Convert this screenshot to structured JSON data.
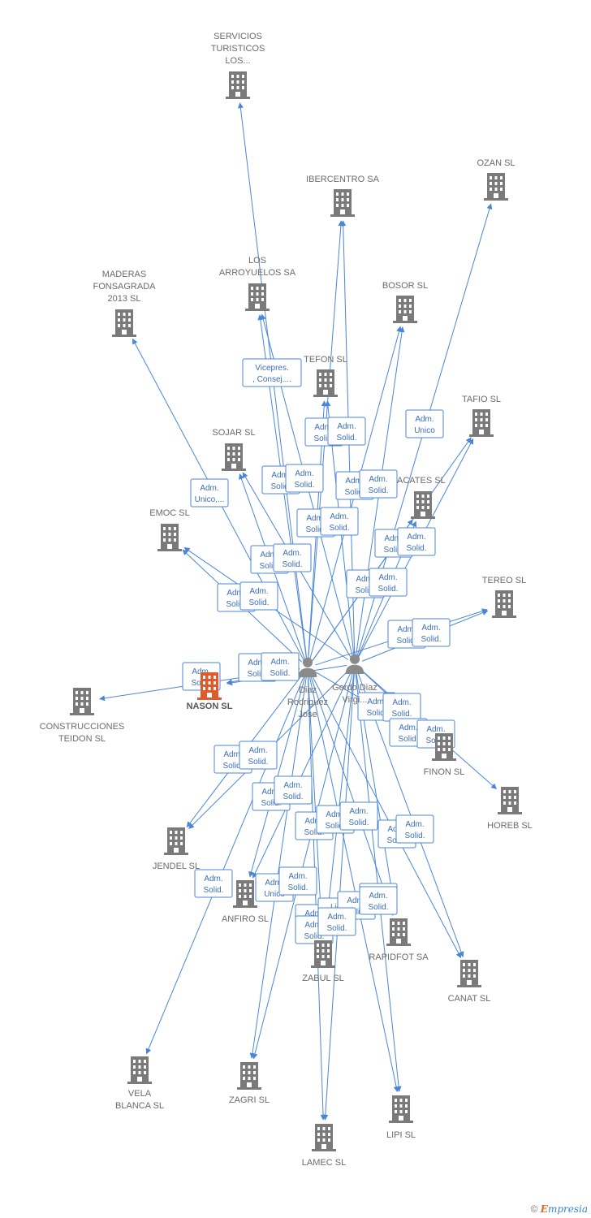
{
  "colors": {
    "edge": "#4a86d8",
    "building": "#7a7a7a",
    "center_building": "#e05a2b",
    "person": "#8a8a8a"
  },
  "icons": {
    "company": "building-icon",
    "person": "person-icon"
  },
  "people": [
    {
      "id": "p1",
      "label": [
        "Diaz",
        "Rodriguez",
        "Jose"
      ]
    },
    {
      "id": "p2",
      "label": [
        "Gordo Diaz",
        "Virgi..."
      ]
    }
  ],
  "companies": [
    {
      "id": "c_serv",
      "label": [
        "SERVICIOS",
        "TURISTICOS",
        "LOS..."
      ]
    },
    {
      "id": "c_iber",
      "label": [
        "IBERCENTRO SA"
      ]
    },
    {
      "id": "c_ozan",
      "label": [
        "OZAN SL"
      ]
    },
    {
      "id": "c_arroy",
      "label": [
        "LOS",
        "ARROYUELOS SA"
      ]
    },
    {
      "id": "c_mader",
      "label": [
        "MADERAS",
        "FONSAGRADA",
        "2013  SL"
      ]
    },
    {
      "id": "c_bosor",
      "label": [
        "BOSOR SL"
      ]
    },
    {
      "id": "c_tefon",
      "label": [
        "TEFON SL"
      ]
    },
    {
      "id": "c_tafio",
      "label": [
        "TAFIO SL"
      ]
    },
    {
      "id": "c_sojar",
      "label": [
        "SOJAR SL"
      ]
    },
    {
      "id": "c_acates",
      "label": [
        "ACATES SL"
      ]
    },
    {
      "id": "c_emoc",
      "label": [
        "EMOC SL"
      ]
    },
    {
      "id": "c_tereo",
      "label": [
        "TEREO SL"
      ]
    },
    {
      "id": "c_nason",
      "label": [
        "NASON SL"
      ],
      "center": true
    },
    {
      "id": "c_constr",
      "label": [
        "CONSTRUCCIONES",
        "TEIDON SL"
      ]
    },
    {
      "id": "c_finon",
      "label": [
        "FINON SL"
      ]
    },
    {
      "id": "c_horeb",
      "label": [
        "HOREB SL"
      ]
    },
    {
      "id": "c_jendel",
      "label": [
        "JENDEL SL"
      ]
    },
    {
      "id": "c_anfiro",
      "label": [
        "ANFIRO SL"
      ]
    },
    {
      "id": "c_rapid",
      "label": [
        "RAPIDFOT SA"
      ]
    },
    {
      "id": "c_zabul",
      "label": [
        "ZABUL SL"
      ]
    },
    {
      "id": "c_canat",
      "label": [
        "CANAT SL"
      ]
    },
    {
      "id": "c_vela",
      "label": [
        "VELA",
        "BLANCA SL"
      ]
    },
    {
      "id": "c_zagri",
      "label": [
        "ZAGRI SL"
      ]
    },
    {
      "id": "c_lipi",
      "label": [
        "LIPI SL"
      ]
    },
    {
      "id": "c_lamec",
      "label": [
        "LAMEC SL"
      ]
    }
  ],
  "edges": [
    {
      "from": "p1",
      "to": "c_serv"
    },
    {
      "from": "p1",
      "to": "c_iber"
    },
    {
      "from": "p2",
      "to": "c_iber"
    },
    {
      "from": "p2",
      "to": "c_ozan"
    },
    {
      "from": "p1",
      "to": "c_arroy"
    },
    {
      "from": "p2",
      "to": "c_arroy"
    },
    {
      "from": "p1",
      "to": "c_mader"
    },
    {
      "from": "p1",
      "to": "c_bosor"
    },
    {
      "from": "p2",
      "to": "c_bosor"
    },
    {
      "from": "p1",
      "to": "c_tefon"
    },
    {
      "from": "p2",
      "to": "c_tefon"
    },
    {
      "from": "p1",
      "to": "c_tafio"
    },
    {
      "from": "p2",
      "to": "c_tafio"
    },
    {
      "from": "p1",
      "to": "c_sojar"
    },
    {
      "from": "p2",
      "to": "c_sojar"
    },
    {
      "from": "p1",
      "to": "c_acates"
    },
    {
      "from": "p2",
      "to": "c_acates"
    },
    {
      "from": "p1",
      "to": "c_emoc"
    },
    {
      "from": "p2",
      "to": "c_emoc"
    },
    {
      "from": "p1",
      "to": "c_tereo"
    },
    {
      "from": "p2",
      "to": "c_tereo"
    },
    {
      "from": "p1",
      "to": "c_nason"
    },
    {
      "from": "p2",
      "to": "c_nason"
    },
    {
      "from": "p1",
      "to": "c_constr"
    },
    {
      "from": "p2",
      "to": "c_finon"
    },
    {
      "from": "p1",
      "to": "c_finon"
    },
    {
      "from": "p2",
      "to": "c_horeb"
    },
    {
      "from": "p1",
      "to": "c_jendel"
    },
    {
      "from": "p2",
      "to": "c_jendel"
    },
    {
      "from": "p1",
      "to": "c_anfiro"
    },
    {
      "from": "p2",
      "to": "c_anfiro"
    },
    {
      "from": "p1",
      "to": "c_rapid"
    },
    {
      "from": "p2",
      "to": "c_rapid"
    },
    {
      "from": "p1",
      "to": "c_zabul"
    },
    {
      "from": "p2",
      "to": "c_zabul"
    },
    {
      "from": "p1",
      "to": "c_canat"
    },
    {
      "from": "p2",
      "to": "c_canat"
    },
    {
      "from": "p1",
      "to": "c_vela"
    },
    {
      "from": "p1",
      "to": "c_zagri"
    },
    {
      "from": "p2",
      "to": "c_zagri"
    },
    {
      "from": "p1",
      "to": "c_lipi"
    },
    {
      "from": "p2",
      "to": "c_lipi"
    },
    {
      "from": "p1",
      "to": "c_lamec"
    },
    {
      "from": "p2",
      "to": "c_lamec"
    }
  ],
  "edge_labels": [
    [
      "Vicepres.",
      ", Consej...."
    ],
    [
      "Adm.",
      "Solid."
    ],
    [
      "Adm.",
      "Solid."
    ],
    [
      "Adm.",
      "Unico"
    ],
    [
      "Adm.",
      "Solid."
    ],
    [
      "Adm.",
      "Solid."
    ],
    [
      "Adm.",
      "Unico,..."
    ],
    [
      "Adm.",
      "Solid."
    ],
    [
      "Adm.",
      "Solid."
    ],
    [
      "Adm.",
      "Solid."
    ],
    [
      "Adm.",
      "Solid."
    ],
    [
      "Adm.",
      "Solid."
    ],
    [
      "Adm.",
      "Solid."
    ],
    [
      "Adm.",
      "Solid."
    ],
    [
      "Adm.",
      "Solid."
    ],
    [
      "Adm.",
      "Solid."
    ],
    [
      "Adm.",
      "Solid."
    ],
    [
      "Adm.",
      "Solid."
    ],
    [
      "Adm.",
      "Solid."
    ],
    [
      "Adm.",
      "Solid."
    ],
    [
      "Adm.",
      "Solid."
    ],
    [
      "Adm.",
      "Solid."
    ],
    [
      "Adm.",
      "Solid."
    ],
    [
      "Adm.",
      "Solid."
    ],
    [
      "Adm.",
      "Solid."
    ],
    [
      "Adm.",
      "Solid."
    ],
    [
      "Adm.",
      "Solid."
    ],
    [
      "Adm.",
      "Solid."
    ],
    [
      "Adm.",
      "Solid."
    ],
    [
      "Adm.",
      "Solid."
    ],
    [
      "Adm.",
      "Solid."
    ],
    [
      "Adm.",
      "Solid."
    ],
    [
      "Adm.",
      "Solid."
    ],
    [
      "Adm.",
      "Solid."
    ],
    [
      "Adm.",
      "Solid."
    ],
    [
      "Adm.",
      "Solid."
    ],
    [
      "Adm.",
      "Solid."
    ],
    [
      "Adm.",
      "Solid."
    ],
    [
      "Adm.",
      "Unico"
    ],
    [
      "Adm.",
      "Solid."
    ],
    [
      "Adm.",
      "Solid."
    ],
    [
      "Liq.",
      "Solid."
    ],
    [
      "Adm.",
      "Solid."
    ],
    [
      "Adm.",
      "Solid."
    ],
    [
      "Adm.",
      "Solid."
    ],
    [
      "Adm.",
      "Solid."
    ],
    [
      "Adm.",
      "Solid."
    ],
    [
      "Adm.",
      "Solid."
    ]
  ],
  "footer": {
    "copyright": "©",
    "brand_e": "E",
    "brand_rest": "mpresia"
  }
}
